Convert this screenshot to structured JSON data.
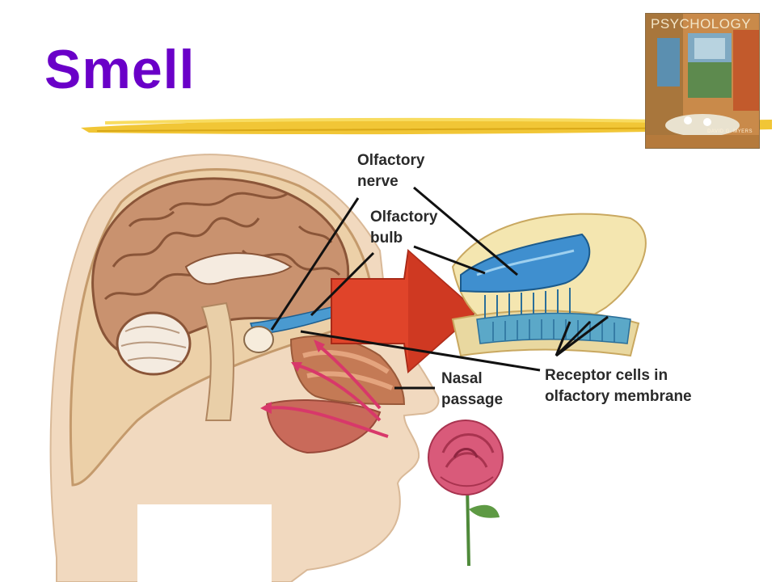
{
  "slide": {
    "title": "Smell"
  },
  "book_cover": {
    "title": "PSYCHOLOGY",
    "author": "DAVID G. MYERS"
  },
  "labels": {
    "olfactory_nerve": [
      "Olfactory",
      "nerve"
    ],
    "olfactory_bulb": [
      "Olfactory",
      "bulb"
    ],
    "nasal_passage": [
      "Nasal",
      "passage"
    ],
    "receptor_cells": [
      "Receptor cells in",
      "olfactory membrane"
    ]
  },
  "colors": {
    "title": "#6a00c8",
    "brush_stroke": "#f0c020",
    "arrow": "#e0442a",
    "airflow": "#d8386a",
    "leader_lines": "#111111"
  }
}
